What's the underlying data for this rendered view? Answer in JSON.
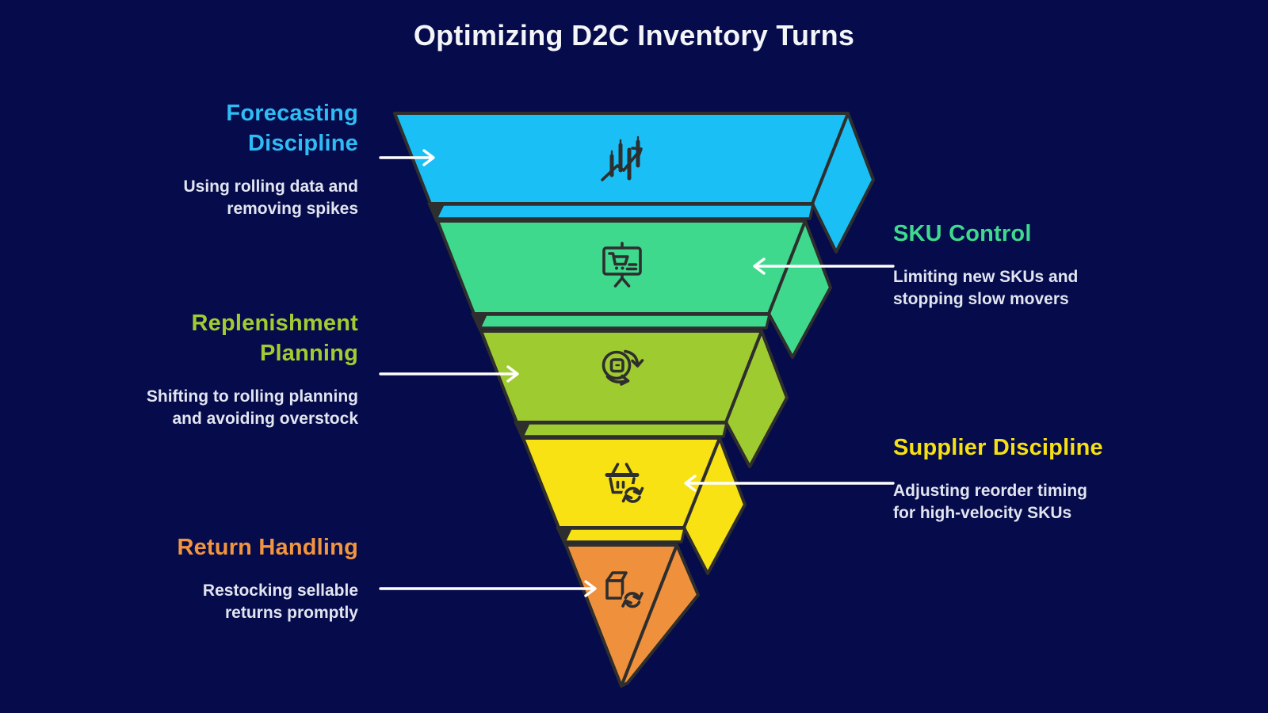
{
  "title": "Optimizing D2C Inventory Turns",
  "theme": {
    "background": "#050b4b",
    "outline": "#2e2e2e",
    "arrow": "#ffffff",
    "title_text": "#f4f5f8",
    "body_text": "#e2e5f0"
  },
  "funnel": {
    "type": "inverted-pyramid",
    "levels": [
      {
        "name": "Forecasting Discipline",
        "fill": "#1ac0f5",
        "icon": "trend-chart-icon"
      },
      {
        "name": "SKU Control",
        "fill": "#3fd98d",
        "icon": "retail-display-cart-icon"
      },
      {
        "name": "Replenishment Planning",
        "fill": "#9ecb2f",
        "icon": "sync-package-icon"
      },
      {
        "name": "Supplier Discipline",
        "fill": "#f8e213",
        "icon": "basket-refresh-icon"
      },
      {
        "name": "Return Handling",
        "fill": "#ef913c",
        "icon": "package-return-icon"
      }
    ]
  },
  "callouts": [
    {
      "side": "left",
      "color": "#2fbcf4",
      "title_lines": [
        "Forecasting",
        "Discipline"
      ],
      "desc_lines": [
        "Using rolling data and",
        "removing spikes"
      ]
    },
    {
      "side": "right",
      "color": "#3fd98d",
      "title_lines": [
        "SKU Control"
      ],
      "desc_lines": [
        "Limiting new SKUs and",
        "stopping slow movers"
      ]
    },
    {
      "side": "left",
      "color": "#a0cc31",
      "title_lines": [
        "Replenishment",
        "Planning"
      ],
      "desc_lines": [
        "Shifting to rolling planning",
        "and avoiding overstock"
      ]
    },
    {
      "side": "right",
      "color": "#f6e011",
      "title_lines": [
        "Supplier Discipline"
      ],
      "desc_lines": [
        "Adjusting reorder timing",
        "for high-velocity SKUs"
      ]
    },
    {
      "side": "left",
      "color": "#f1953e",
      "title_lines": [
        "Return Handling"
      ],
      "desc_lines": [
        "Restocking sellable",
        "returns promptly"
      ]
    }
  ]
}
